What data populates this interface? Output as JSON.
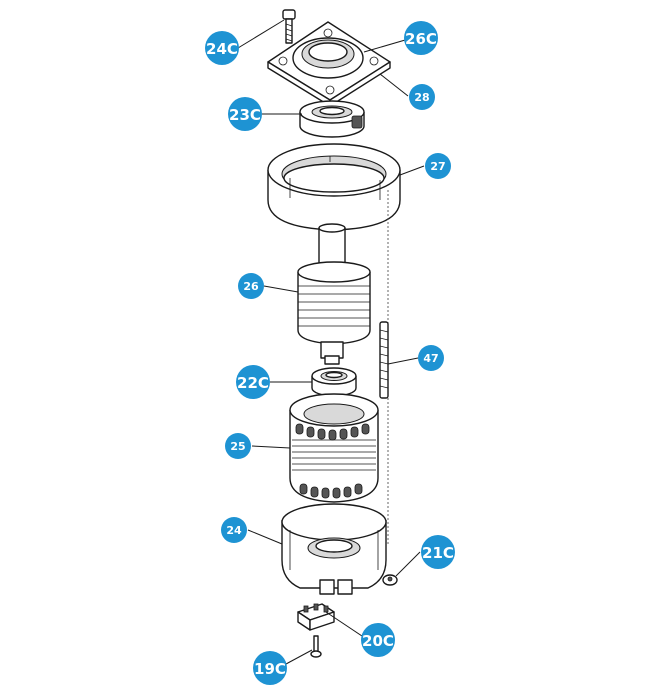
{
  "colors": {
    "badge": "#1e93d3",
    "line": "#1a1a1a",
    "background": "#ffffff"
  },
  "callouts": [
    {
      "id": "24c",
      "label": "24C"
    },
    {
      "id": "26c",
      "label": "26C"
    },
    {
      "id": "28",
      "label": "28"
    },
    {
      "id": "23c",
      "label": "23C"
    },
    {
      "id": "27",
      "label": "27"
    },
    {
      "id": "26",
      "label": "26"
    },
    {
      "id": "47",
      "label": "47"
    },
    {
      "id": "22c",
      "label": "22C"
    },
    {
      "id": "25",
      "label": "25"
    },
    {
      "id": "24",
      "label": "24"
    },
    {
      "id": "21c",
      "label": "21C"
    },
    {
      "id": "20c",
      "label": "20C"
    },
    {
      "id": "19c",
      "label": "19C"
    }
  ]
}
